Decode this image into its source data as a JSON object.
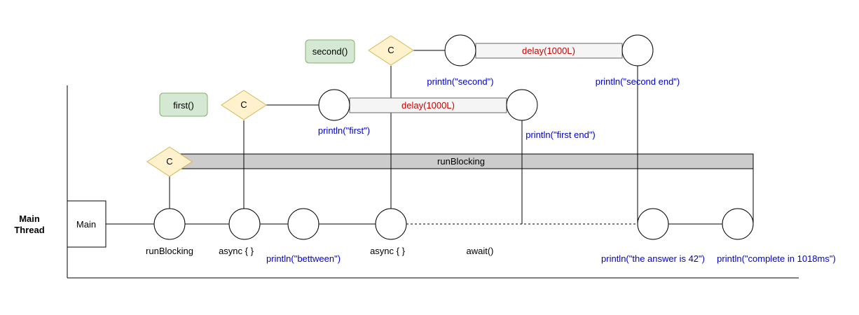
{
  "thread_label": "Main\nThread",
  "main_box": "Main",
  "run_blocking_bar": "runBlocking",
  "coroutine_marker": "C",
  "first_box": "first()",
  "second_box": "second()",
  "first_delay": "delay(1000L)",
  "second_delay": "delay(1000L)",
  "labels": {
    "run_blocking": "runBlocking",
    "async_1": "async { }",
    "println_between": "println(\"bettween\")",
    "async_2": "async { }",
    "await": "await()",
    "println_answer": "println(\"the answer is 42\")",
    "println_complete": "println(\"complete in 1018ms\")",
    "println_first": "println(\"first\")",
    "println_first_end": "println(\"first end\")",
    "println_second": "println(\"second\")",
    "println_second_end": "println(\"second end\")"
  },
  "colors": {
    "diamond_fill": "#fff2cc",
    "diamond_stroke": "#d6b656",
    "green_fill": "#d5e8d4",
    "green_stroke": "#82b366",
    "bar_fill": "#cccccc",
    "delay_fill": "#f5f5f5",
    "blue_text": "#0000cc",
    "red_text": "#cc0000"
  }
}
